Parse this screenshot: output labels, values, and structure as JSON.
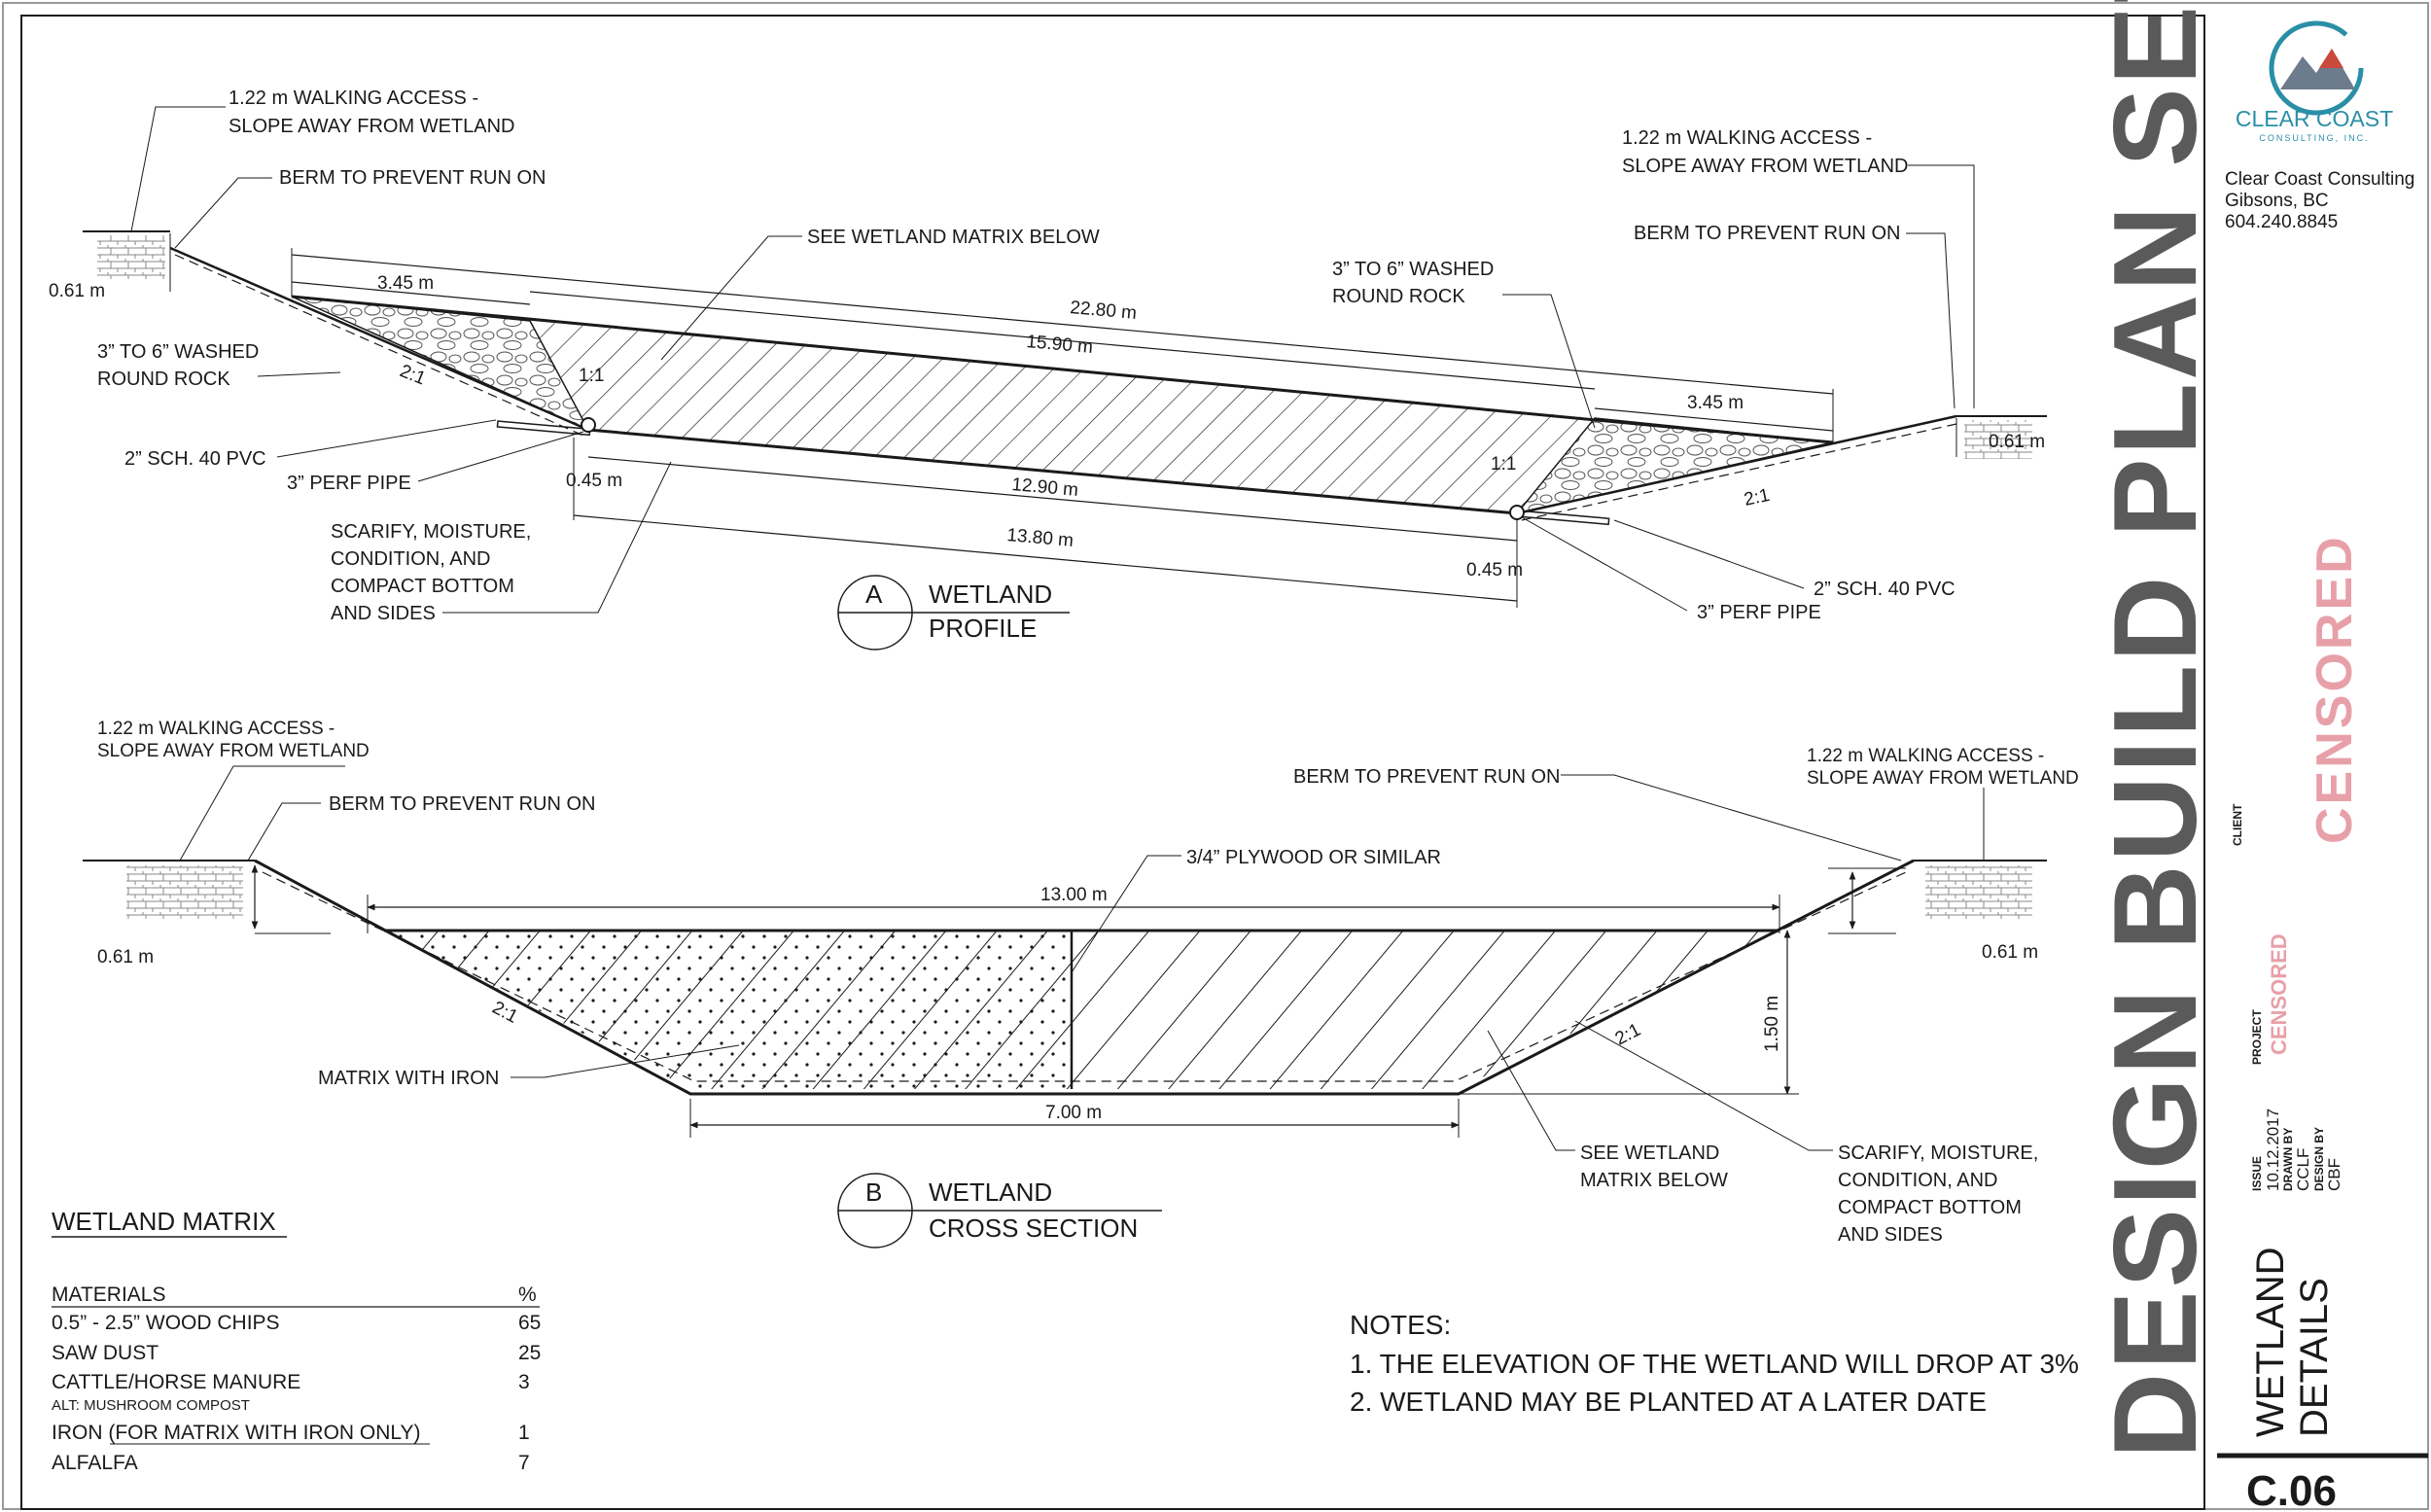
{
  "sheet": {
    "title": "DESIGN BUILD PLAN SET",
    "company_name": "Clear Coast Consulting",
    "company_city": "Gibsons, BC",
    "company_phone": "604.240.8845",
    "logo_text": "CLEAR COAST",
    "logo_subtext": "CONSULTING, INC.",
    "client_label": "CLIENT",
    "client_value": "CENSORED",
    "project_label": "PROJECT",
    "project_value": "CENSORED",
    "issue_label": "ISSUE",
    "issue_value": "10.12.2017",
    "drawn_by_label": "DRAWN BY",
    "drawn_by_value": "CCLF",
    "design_by_label": "DESIGN BY",
    "design_by_value": "CBF",
    "drawing_title_line1": "WETLAND",
    "drawing_title_line2": "DETAILS",
    "sheet_number": "C.06"
  },
  "profile": {
    "tag": "A",
    "title_line1": "WETLAND",
    "title_line2": "PROFILE",
    "labels": {
      "walk_left_1": "1.22 m WALKING ACCESS -",
      "walk_left_2": "SLOPE AWAY FROM WETLAND",
      "berm_left": "BERM TO PREVENT RUN ON",
      "see_matrix": "SEE WETLAND MATRIX BELOW",
      "rock_left_1": "3” TO 6” WASHED",
      "rock_left_2": "ROUND ROCK",
      "pvc_left": "2” SCH. 40 PVC",
      "perf_left": "3” PERF PIPE",
      "scarify_1": "SCARIFY, MOISTURE,",
      "scarify_2": "CONDITION, AND",
      "scarify_3": "COMPACT BOTTOM",
      "scarify_4": "AND SIDES",
      "walk_right_1": "1.22 m WALKING ACCESS -",
      "walk_right_2": "SLOPE AWAY FROM WETLAND",
      "berm_right": "BERM TO PREVENT RUN ON",
      "rock_right_1": "3” TO 6” WASHED",
      "rock_right_2": "ROUND ROCK",
      "pvc_right": "2” SCH. 40 PVC",
      "perf_right": "3” PERF PIPE"
    },
    "dims": {
      "berm_left": "0.61 m",
      "berm_right": "0.61 m",
      "rock_left": "3.45 m",
      "total": "22.80 m",
      "matrix_top": "15.90 m",
      "rock_right": "3.45 m",
      "bottom_inner": "12.90 m",
      "bottom_outer": "13.80 m",
      "pipe_left": "0.45 m",
      "pipe_right": "0.45 m",
      "slope_left": "2:1",
      "slope_right": "2:1",
      "rock_slope_left": "1:1",
      "rock_slope_right": "1:1"
    }
  },
  "section": {
    "tag": "B",
    "title_line1": "WETLAND",
    "title_line2": "CROSS SECTION",
    "labels": {
      "walk_left_1": "1.22 m WALKING ACCESS -",
      "walk_left_2": "SLOPE AWAY FROM WETLAND",
      "berm_left": "BERM TO PREVENT RUN ON",
      "plywood": "3/4” PLYWOOD OR SIMILAR",
      "berm_right": "BERM TO PREVENT RUN ON",
      "walk_right_1": "1.22 m WALKING ACCESS -",
      "walk_right_2": "SLOPE AWAY FROM WETLAND",
      "matrix_iron": "MATRIX WITH IRON",
      "see_matrix_1": "SEE WETLAND",
      "see_matrix_2": "MATRIX BELOW",
      "scarify_1": "SCARIFY, MOISTURE,",
      "scarify_2": "CONDITION, AND",
      "scarify_3": "COMPACT BOTTOM",
      "scarify_4": "AND SIDES"
    },
    "dims": {
      "berm_left": "0.61 m",
      "berm_right": "0.61 m",
      "top_width": "13.00 m",
      "bottom_width": "7.00 m",
      "depth": "1.50 m",
      "slope_left": "2:1",
      "slope_right": "2:1"
    }
  },
  "matrix_table": {
    "title": "WETLAND MATRIX",
    "header_material": "MATERIALS",
    "header_pct": "%",
    "rows": [
      {
        "material": "0.5” - 2.5” WOOD CHIPS",
        "pct": "65"
      },
      {
        "material": "SAW DUST",
        "pct": "25"
      },
      {
        "material": "CATTLE/HORSE MANURE",
        "pct": "3"
      },
      {
        "material": "ALT: MUSHROOM COMPOST",
        "pct": ""
      },
      {
        "material": "IRON (FOR MATRIX WITH IRON ONLY)",
        "pct": "1"
      },
      {
        "material": "ALFALFA",
        "pct": "7"
      }
    ]
  },
  "notes": {
    "title": "NOTES:",
    "items": [
      "1.  THE ELEVATION OF THE WETLAND WILL DROP AT 3%",
      "2.  WETLAND MAY BE PLANTED AT A LATER DATE"
    ]
  },
  "colors": {
    "ink": "#1a1a1a",
    "title_grey": "#5a5a5a",
    "censored_pink": "#e8a0a8",
    "logo_teal": "#2a8fa6"
  }
}
